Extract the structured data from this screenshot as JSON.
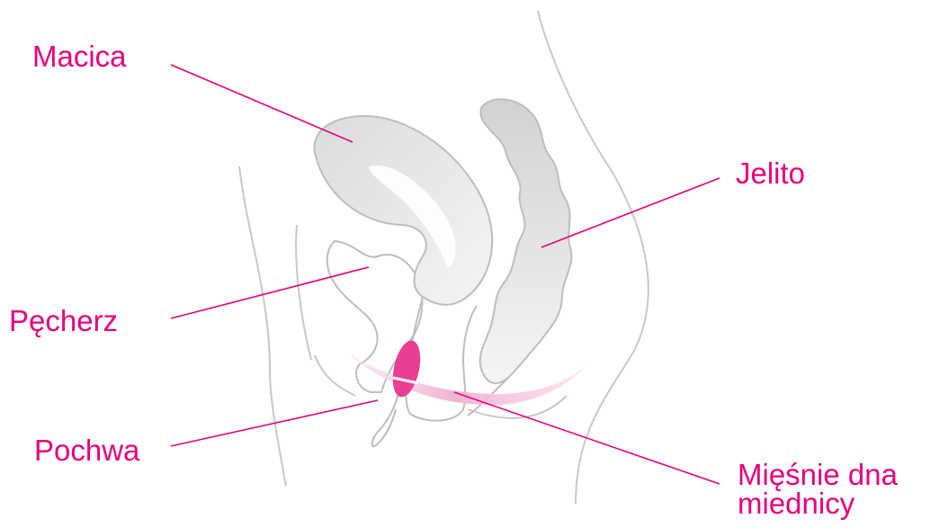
{
  "colors": {
    "accent": "#e6007e",
    "outline": "#bdbdbd",
    "organ_fill": "#e3e3e3",
    "muscle": "#f3b8d8",
    "device": "#e83e93"
  },
  "labels": {
    "macica": "Macica",
    "jelito": "Jelito",
    "pecherz": "Pęcherz",
    "pochwa": "Pochwa",
    "miesnie_line1": "Mięśnie dna",
    "miesnie_line2": "miednicy"
  }
}
